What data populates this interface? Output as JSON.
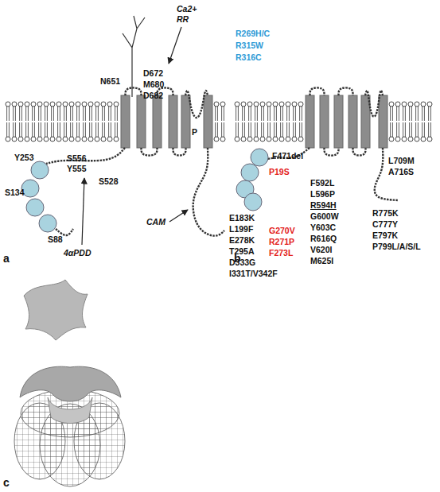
{
  "diagram": {
    "labels": [
      "S134",
      "Y253",
      "S88",
      "S556",
      "Y555",
      "S528",
      "N651",
      "D672",
      "M680",
      "D682",
      "P",
      "Ca2+",
      "RR",
      "CAM",
      "4αPDD",
      "a",
      "R269H/C",
      "R315W",
      "R316C",
      "F471del",
      "P19S",
      "E183K",
      "L199F",
      "E278K",
      "T295A",
      "D333G",
      "I331T/V342F",
      "G270V",
      "R271P",
      "F273L",
      "F592L",
      "L596P",
      "R594H",
      "G600W",
      "Y603C",
      "R616Q",
      "V620I",
      "M625I",
      "L709M",
      "A716S",
      "R775K",
      "C777Y",
      "E797K",
      "P799L/A/S/L",
      "b",
      "c"
    ]
  }
}
